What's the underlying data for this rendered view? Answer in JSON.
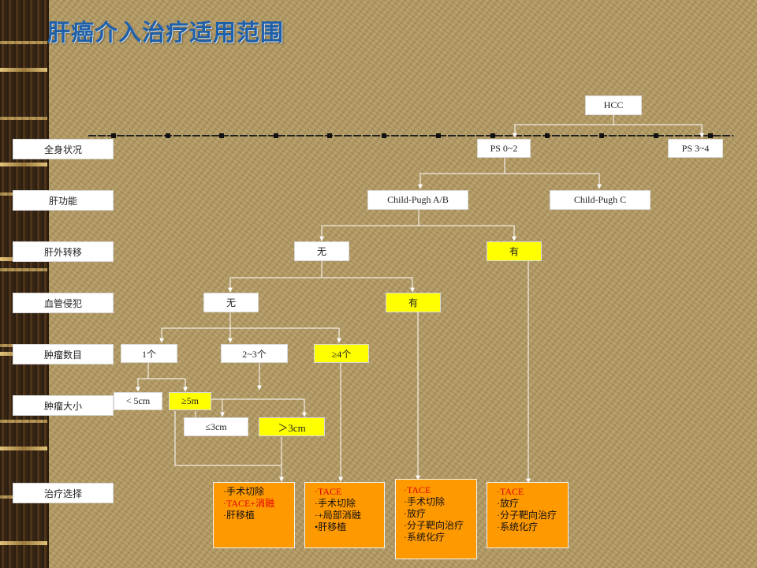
{
  "title": "肝癌介入治疗适用范围",
  "row_labels": [
    "全身状况",
    "肝功能",
    "肝外转移",
    "血管侵犯",
    "肿瘤数目",
    "肿瘤大小",
    "治疗选择"
  ],
  "nodes": {
    "hcc": "HCC",
    "ps02": "PS 0~2",
    "ps34": "PS 3~4",
    "cp_ab": "Child-Pugh A/B",
    "cp_c": "Child-Pugh C",
    "meta_no": "无",
    "meta_yes": "有",
    "vasc_no": "无",
    "vasc_yes": "有",
    "count_1": "1个",
    "count_23": "2~3个",
    "count_4": "≥4个",
    "size_lt5": "< 5cm",
    "size_ge5": "≥5m",
    "size_le3": "≤3cm",
    "size_gt3": "＞3cm"
  },
  "treatments": [
    {
      "items": [
        "·手术切除",
        "·TACE+消融",
        "·肝移植"
      ],
      "highlight": [
        1
      ]
    },
    {
      "items": [
        "·TACE",
        "·手术切除",
        "·+局部消融",
        "•肝移植"
      ],
      "highlight": [
        0
      ]
    },
    {
      "items": [
        "·TACE",
        "·手术切除",
        "·放疗",
        "·分子靶向治疗",
        "·系统化疗"
      ],
      "highlight": [
        0
      ]
    },
    {
      "items": [
        "·TACE",
        "·放疗",
        "·分子靶向治疗",
        "·系统化疗"
      ],
      "highlight": [
        0
      ]
    }
  ],
  "colors": {
    "title": "#1f5fa8",
    "highlight_box": "#ffff00",
    "treatment_box": "#ff9900",
    "highlight_text": "#e00000",
    "connector": "#ffffff"
  }
}
